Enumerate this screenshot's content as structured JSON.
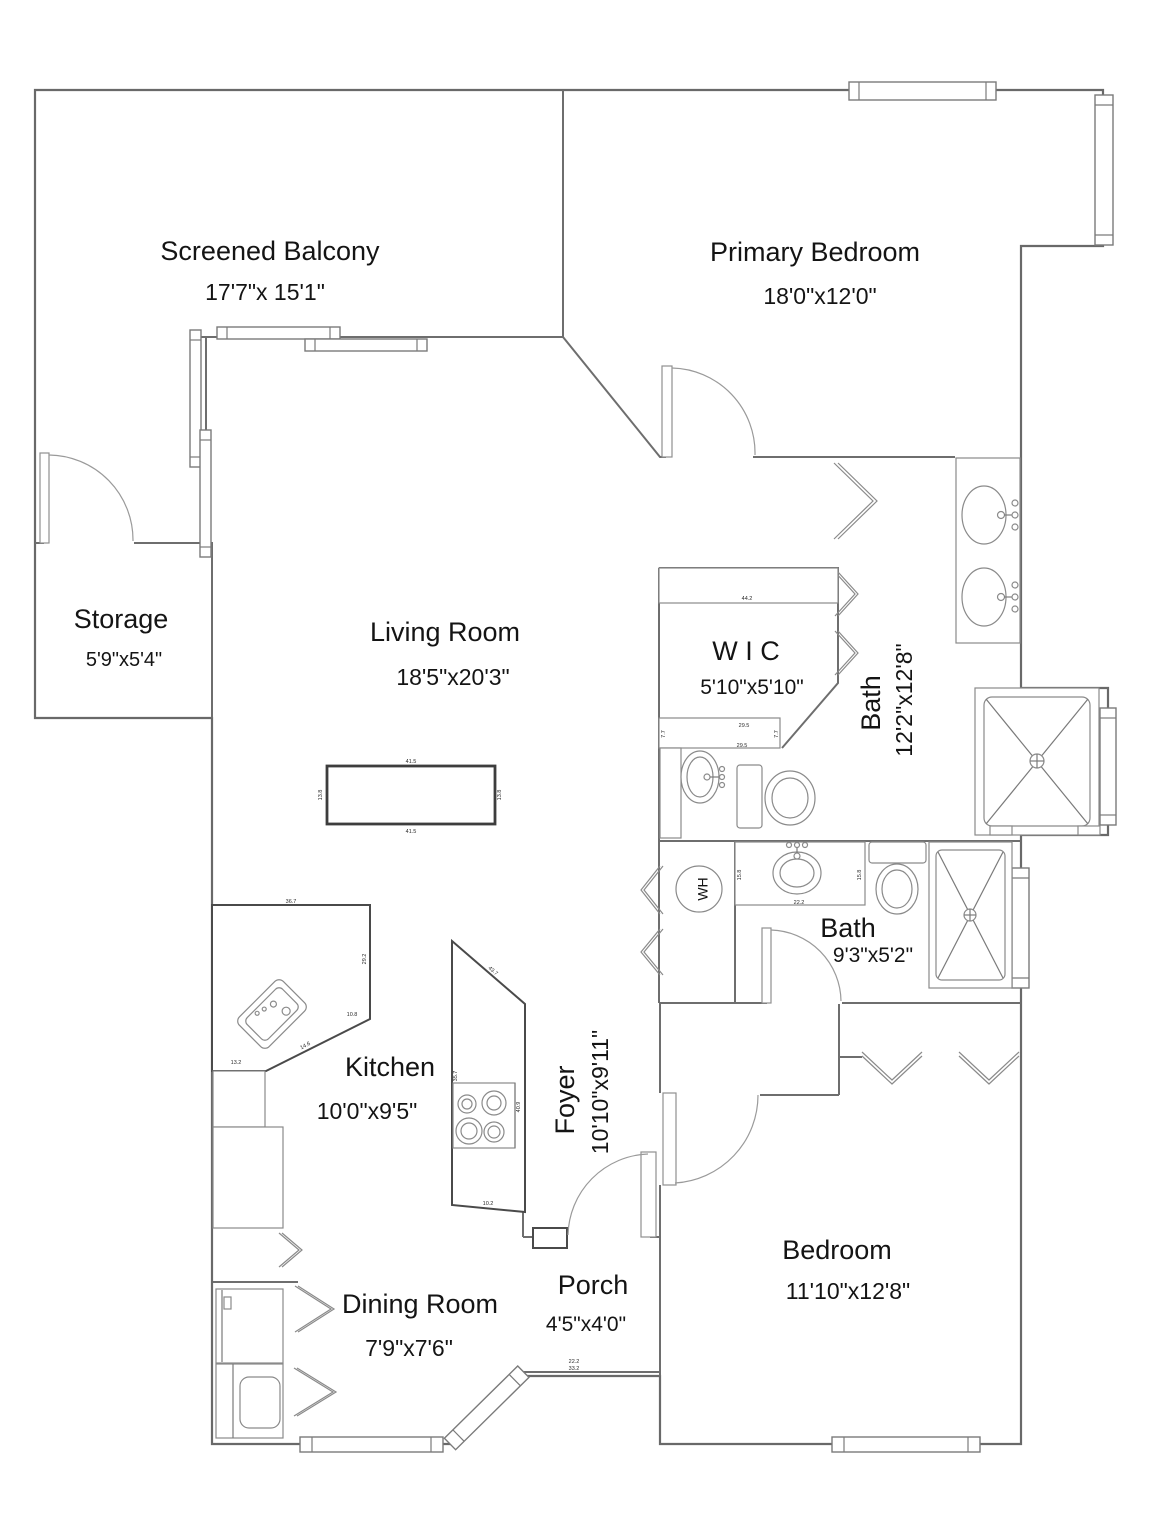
{
  "rooms": {
    "screened_balcony": {
      "name": "Screened Balcony",
      "dims": "17'7\"x 15'1\""
    },
    "primary_bedroom": {
      "name": "Primary Bedroom",
      "dims": "18'0\"x12'0\""
    },
    "storage": {
      "name": "Storage",
      "dims": "5'9\"x5'4\""
    },
    "living_room": {
      "name": "Living Room",
      "dims": "18'5\"x20'3\""
    },
    "wic": {
      "name": "W I C",
      "dims": "5'10\"x5'10\""
    },
    "primary_bath": {
      "name": "Bath",
      "dims": "12'2\"x12'8\""
    },
    "bath2": {
      "name": "Bath",
      "dims": "9'3\"x5'2\""
    },
    "kitchen": {
      "name": "Kitchen",
      "dims": "10'0\"x9'5\""
    },
    "foyer": {
      "name": "Foyer",
      "dims": "10'10\"x9'11\""
    },
    "dining_room": {
      "name": "Dining Room",
      "dims": "7'9\"x7'6\""
    },
    "porch": {
      "name": "Porch",
      "dims": "4'5\"x4'0\""
    },
    "bedroom": {
      "name": "Bedroom",
      "dims": "11'10\"x12'8\""
    }
  },
  "fixtures": {
    "water_heater_label": "WH"
  },
  "tiny": [
    "41.5",
    "41.5",
    "13.8",
    "13.8",
    "36.7",
    "29.2",
    "10.8",
    "14.6",
    "13.2",
    "43.7",
    "35.7",
    "40.9",
    "10.2",
    "44.2",
    "29.5",
    "29.5",
    "7.7",
    "7.7",
    "22.2",
    "15.8",
    "15.8",
    "22.2",
    "33.2"
  ],
  "colors": {
    "background": "#ffffff",
    "wall": "#696969",
    "text": "#141414",
    "fixture": "#8a8a8a"
  }
}
